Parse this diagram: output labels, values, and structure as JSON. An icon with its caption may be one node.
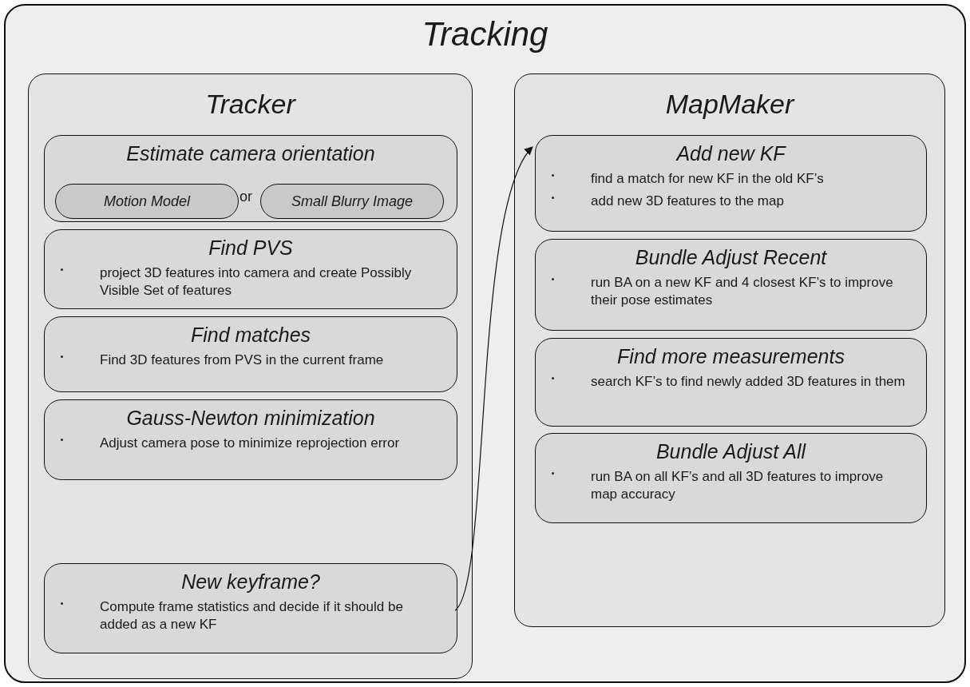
{
  "diagram": {
    "nodes": [
      {
        "text": [
          "Tracking"
        ]
      },
      {
        "text": [
          "Tracker"
        ],
        "in": 0
      },
      {
        "text": [
          "Estimate camera orientation"
        ],
        "in": 1
      },
      {
        "text": [
          "Motion Model"
        ],
        "in": 2
      },
      {
        "text": [
          "Small Blurry Image"
        ],
        "in": 2
      },
      {
        "text": [
          "Find PVS",
          "project 3D features into camera and create Possibly Visible Set of features"
        ],
        "in": 1
      },
      {
        "text": [
          "Find matches",
          "Find 3D features from PVS in the current frame"
        ],
        "in": 1
      },
      {
        "text": [
          "Gauss-Newton minimization",
          "Adjust camera pose to minimize reprojection error"
        ],
        "in": 1
      },
      {
        "text": [
          "New keyframe?",
          "Compute frame statistics and decide if it should be added as a new KF"
        ],
        "in": 1
      },
      {
        "text": [
          "MapMaker"
        ],
        "in": 0
      },
      {
        "text": [
          "Add new KF",
          "find a match for new KF in the old KF’s",
          "add new 3D features to the map"
        ],
        "in": 9
      },
      {
        "text": [
          "Bundle Adjust Recent",
          "run BA on a new KF and 4 closest KF’s to improve their pose estimates"
        ],
        "in": 9
      },
      {
        "text": [
          "Find more measurements",
          "search KF’s to find newly added 3D features in them"
        ],
        "in": 9
      },
      {
        "text": [
          "Bundle Adjust All",
          "run BA on all KF’s and all 3D features to improve map accuracy"
        ],
        "in": 9
      }
    ],
    "edges": [
      {
        "from": 8,
        "to": 10,
        "arrow": "to"
      }
    ],
    "labels": [
      "or"
    ]
  }
}
